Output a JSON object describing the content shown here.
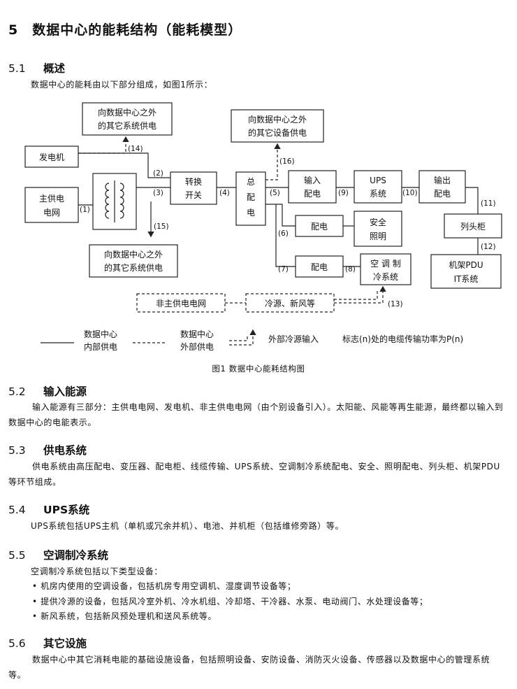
{
  "title": "5　数据中心的能耗结构（能耗模型）",
  "s51": {
    "num": "5.1",
    "title": "概述",
    "intro": "数据中心的能耗由以下部分组成，如图1所示："
  },
  "diagram": {
    "ext_supply_1": [
      "向数据中心之外",
      "的其它系统供电"
    ],
    "ext_supply_2": [
      "向数据中心之外",
      "的其它设备供电"
    ],
    "ext_supply_3": [
      "向数据中心之外",
      "的其它系统供电"
    ],
    "generator": "发电机",
    "main_grid": [
      "主供电",
      "电网"
    ],
    "transfer_switch": [
      "转换",
      "开关"
    ],
    "main_dist": [
      "总",
      "配",
      "电"
    ],
    "input_dist": [
      "输入",
      "配电"
    ],
    "ups": [
      "UPS",
      "系统"
    ],
    "output_dist": [
      "输出",
      "配电"
    ],
    "column_cabinet": "列头柜",
    "rack_pdu": [
      "机架PDU",
      "IT系统"
    ],
    "dist_1": "配电",
    "safety_lighting": [
      "安全",
      "照明"
    ],
    "dist_2": "配电",
    "ac_cooling": [
      "空 调 制",
      "冷系统"
    ],
    "non_main_grid": "非主供电电网",
    "cooling_source": "冷源、新风等",
    "labels": [
      "(1)",
      "(2)",
      "(3)",
      "(4)",
      "(5)",
      "(6)",
      "(7)",
      "(8)",
      "(9)",
      "(10)",
      "(11)",
      "(12)",
      "(13)",
      "(14)",
      "(15)",
      "(16)"
    ],
    "legend": {
      "internal": [
        "数据中心",
        "内部供电"
      ],
      "external": [
        "数据中心",
        "外部供电"
      ],
      "cooling_input": "外部冷源输入",
      "note": "标志(n)处的电缆传输功率为P(n)"
    },
    "caption": "图1 数据中心能耗结构图"
  },
  "s52": {
    "num": "5.2",
    "title": "输入能源",
    "text": "输入能源有三部分：主供电电网、发电机、非主供电电网（由个别设备引入）。太阳能、风能等再生能源，最终都以输入到数据中心的电能表示。"
  },
  "s53": {
    "num": "5.3",
    "title": "供电系统",
    "text": "供电系统由高压配电、变压器、配电柜、线缆传输、UPS系统、空调制冷系统配电、安全、照明配电、列头柜、机架PDU等环节组成。"
  },
  "s54": {
    "num": "5.4",
    "title": "UPS系统",
    "text": "UPS系统包括UPS主机（单机或冗余并机）、电池、并机柜（包括维修旁路）等。"
  },
  "s55": {
    "num": "5.5",
    "title": "空调制冷系统",
    "intro": "空调制冷系统包括以下类型设备：",
    "items": [
      "机房内使用的空调设备，包括机房专用空调机、湿度调节设备等；",
      "提供冷源的设备，包括风冷室外机、冷水机组、冷却塔、干冷器、水泵、电动阀门、水处理设备等；",
      "新风系统，包括新风预处理机和送风系统等。"
    ]
  },
  "s56": {
    "num": "5.6",
    "title": "其它设施",
    "text": "数据中心中其它消耗电能的基础设施设备，包括照明设备、安防设备、消防灭火设备、传感器以及数据中心的管理系统等。"
  }
}
